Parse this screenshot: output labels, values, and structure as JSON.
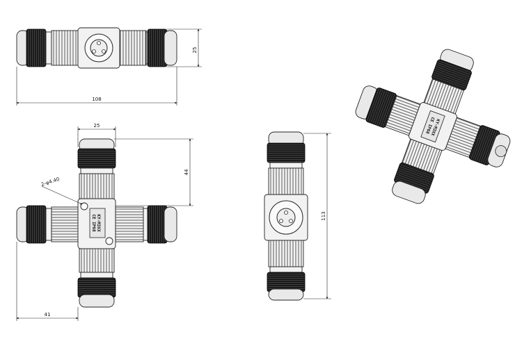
{
  "dimensions": {
    "top_height": "25",
    "top_length": "108",
    "front_width": "25",
    "front_arm": "44",
    "hole_callout": "2-φ4.40",
    "front_offset": "41",
    "side_length": "113"
  },
  "product_marking": {
    "line1": "KY-M3XX",
    "line2": "CE IP68"
  },
  "colors": {
    "outline": "#111111",
    "rubber": "#1a1a1a",
    "body": "#f2f2f2"
  }
}
